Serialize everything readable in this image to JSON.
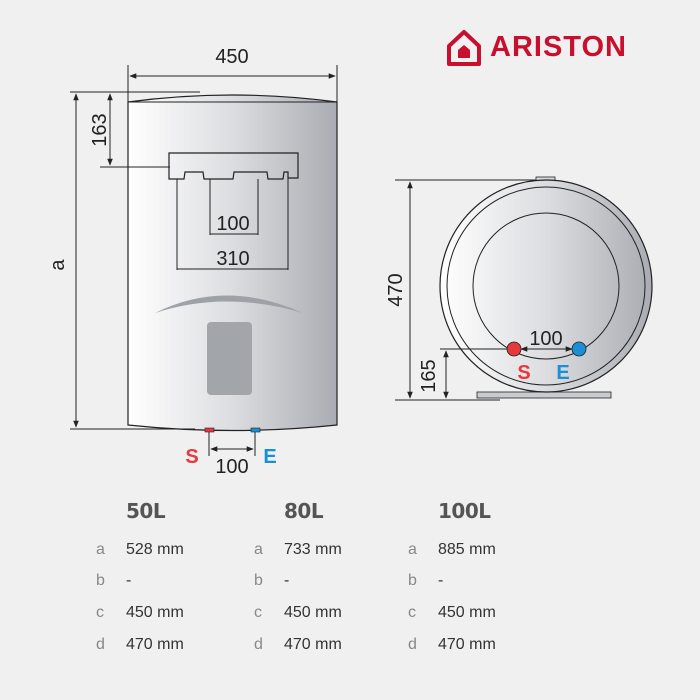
{
  "brand": {
    "name": "ARISTON",
    "color": "#c8102e"
  },
  "front_view": {
    "width_label": "450",
    "top_offset_label": "163",
    "height_label": "a",
    "bracket_inner_label": "100",
    "bracket_outer_label": "310",
    "pipe_spacing_label": "100",
    "outlet_label": "S",
    "inlet_label": "E"
  },
  "side_view": {
    "depth_label": "470",
    "pipe_height_label": "165",
    "pipe_spacing_label": "100",
    "outlet_label": "S",
    "inlet_label": "E"
  },
  "colors": {
    "outlet": "#e8383d",
    "inlet": "#1a8fd6",
    "text": "#333333"
  },
  "specs": [
    {
      "title": "50L",
      "rows": [
        {
          "k": "a",
          "v": "528 mm"
        },
        {
          "k": "b",
          "v": "-"
        },
        {
          "k": "c",
          "v": "450 mm"
        },
        {
          "k": "d",
          "v": "470 mm"
        }
      ]
    },
    {
      "title": "80L",
      "rows": [
        {
          "k": "a",
          "v": "733 mm"
        },
        {
          "k": "b",
          "v": "-"
        },
        {
          "k": "c",
          "v": "450 mm"
        },
        {
          "k": "d",
          "v": "470 mm"
        }
      ]
    },
    {
      "title": "100L",
      "rows": [
        {
          "k": "a",
          "v": "885 mm"
        },
        {
          "k": "b",
          "v": "-"
        },
        {
          "k": "c",
          "v": "450 mm"
        },
        {
          "k": "d",
          "v": "470 mm"
        }
      ]
    }
  ]
}
